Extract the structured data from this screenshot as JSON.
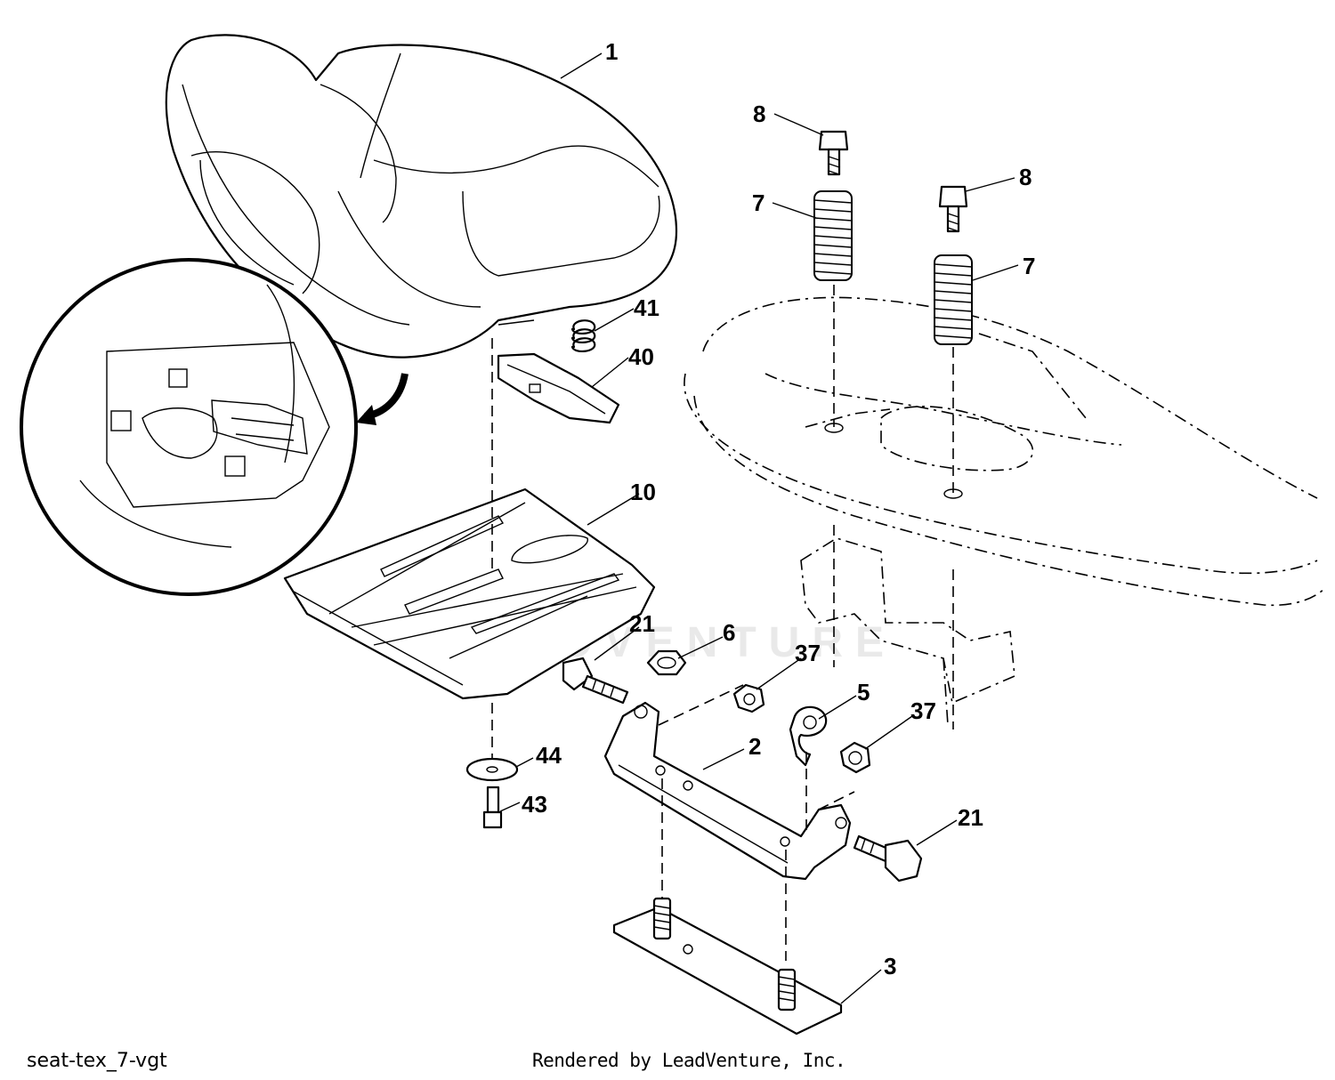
{
  "watermark": "LEADVENTURE",
  "footer": {
    "drawing_code": "seat-tex_7-vgt",
    "rendered_by": "Rendered by LeadVenture, Inc."
  },
  "callouts": {
    "seat": "1",
    "seat_spring_left": "7",
    "seat_spring_right": "7",
    "spring_bolt_left": "8",
    "spring_bolt_right": "8",
    "small_spring": "41",
    "latch_clip": "40",
    "seat_pan": "10",
    "bolt_left": "21",
    "bolt_right": "21",
    "nut": "6",
    "lock_nut_upper": "37",
    "lock_nut_lower": "37",
    "wire_clip": "5",
    "bracket": "2",
    "washer": "44",
    "screw": "43",
    "base_plate": "3"
  }
}
